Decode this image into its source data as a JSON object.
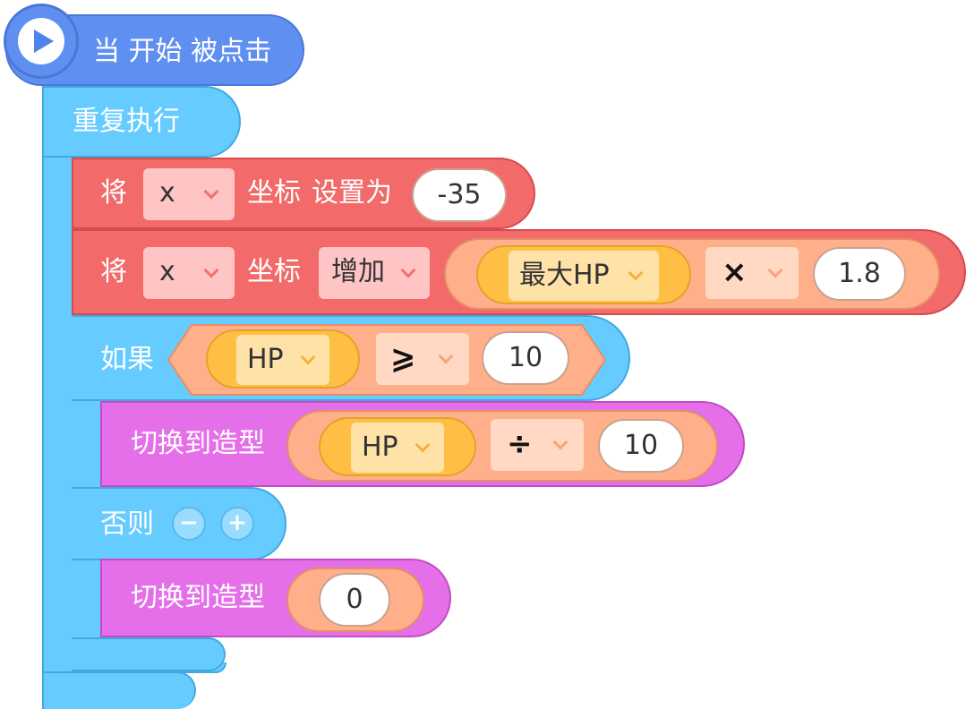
{
  "hat": {
    "label": "当 开始 被点击"
  },
  "loop": {
    "label": "重复执行"
  },
  "set_x": {
    "verb": "将",
    "axis": "x",
    "coord_label": "坐标",
    "action": "设置为",
    "value": "-35"
  },
  "change_x": {
    "verb": "将",
    "axis": "x",
    "coord_label": "坐标",
    "action": "增加",
    "variable": "最大HP",
    "operator": "×",
    "value": "1.8"
  },
  "if_block": {
    "label": "如果",
    "variable": "HP",
    "operator": "⩾",
    "value": "10"
  },
  "switch_costume_1": {
    "label": "切换到造型",
    "variable": "HP",
    "operator": "÷",
    "value": "10"
  },
  "else_block": {
    "label": "否则",
    "minus": "−",
    "plus": "+"
  },
  "switch_costume_2": {
    "label": "切换到造型",
    "value": "0"
  },
  "colors": {
    "events": "#5f8ff0",
    "control": "#66ccff",
    "motion": "#f26a6a",
    "operators": "#ffb08a",
    "variables": "#ffbf44",
    "looks": "#e46fe8"
  }
}
